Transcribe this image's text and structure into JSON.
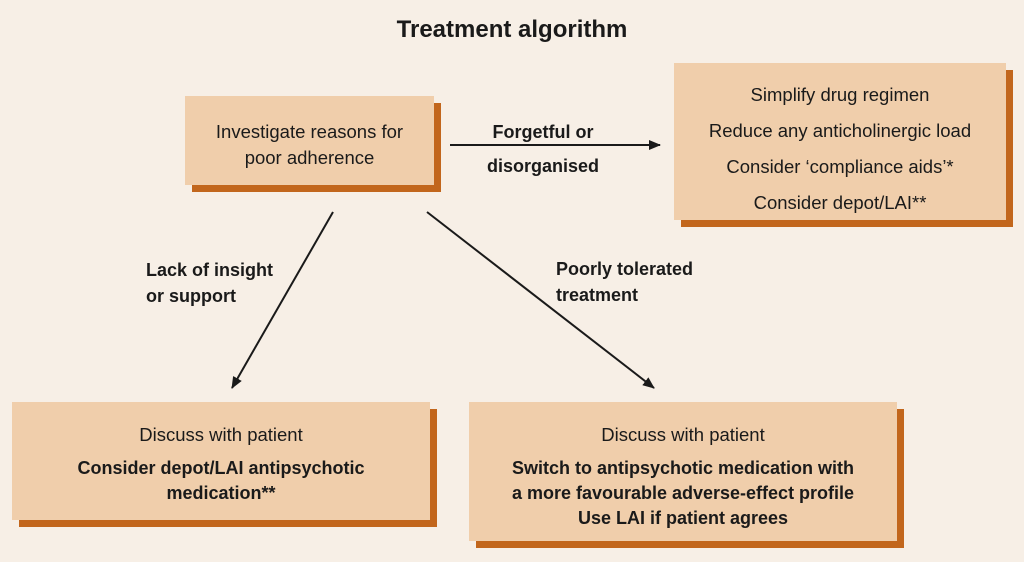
{
  "title": "Treatment algorithm",
  "nodes": {
    "investigate": [
      "Investigate reasons for",
      "poor adherence"
    ],
    "simplify": [
      "Simplify drug regimen",
      "Reduce any anticholinergic load",
      "Consider ‘compliance aids’*",
      "Consider depot/LAI**"
    ],
    "discuss_left": {
      "heading": "Discuss with patient",
      "body": [
        "Consider depot/LAI antipsychotic",
        "medication**"
      ]
    },
    "discuss_right": {
      "heading": "Discuss with patient",
      "body": [
        "Switch to antipsychotic medication with",
        "a more favourable adverse-effect profile",
        "Use LAI if patient agrees"
      ]
    }
  },
  "edges": {
    "forgetful": [
      "Forgetful or",
      "disorganised"
    ],
    "insight": [
      "Lack of insight",
      "or support"
    ],
    "tolerated": [
      "Poorly tolerated",
      "treatment"
    ]
  },
  "colors": {
    "background": "#f7efe6",
    "box_fill": "#f0ceab",
    "box_shadow": "#c2661c",
    "arrow": "#1a1a1a"
  }
}
